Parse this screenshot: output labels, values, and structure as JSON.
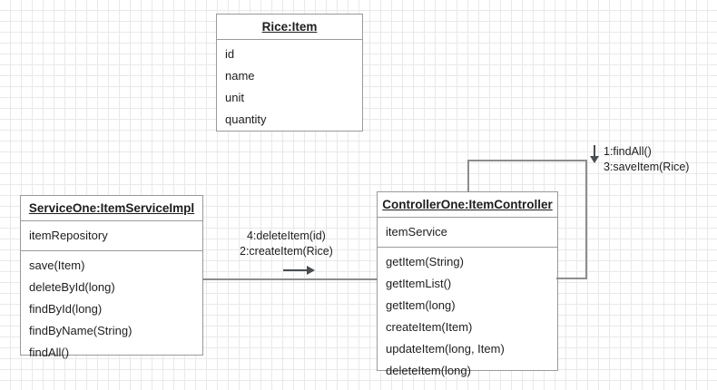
{
  "diagram": {
    "type": "uml-collaboration-diagram",
    "classes": [
      {
        "id": "item",
        "title": "Rice:Item",
        "attributes": [
          "id",
          "name",
          "unit",
          "quantity"
        ],
        "operations": []
      },
      {
        "id": "service",
        "title": "ServiceOne:ItemServiceImpl",
        "attributes": [
          "itemRepository"
        ],
        "operations": [
          "save(Item)",
          "deleteById(long)",
          "findById(long)",
          "findByName(String)",
          "findAll()"
        ]
      },
      {
        "id": "controller",
        "title": "ControllerOne:ItemController",
        "attributes": [
          "itemService"
        ],
        "operations": [
          "getItem(String)",
          "getItemList()",
          "getItem(long)",
          "createItem(Item)",
          "updateItem(long, Item)",
          "deleteItem(long)"
        ]
      }
    ],
    "connectors": [
      {
        "id": "service-controller",
        "from": "service",
        "to": "controller",
        "direction": "right",
        "messages": [
          "4:deleteItem(id)",
          "2:createItem(Rice)"
        ]
      },
      {
        "id": "controller-self-loop",
        "from": "controller",
        "to": "controller",
        "direction": "down",
        "messages": [
          "1:findAll()",
          "3:saveItem(Rice)"
        ]
      }
    ],
    "colors": {
      "box_border": "#9a9a9a",
      "box_fill": "#ffffff",
      "connector": "#8b8d8f",
      "arrow": "#4a4d50",
      "grid": "#e8e9ea",
      "text": "#1d1d1d"
    }
  }
}
